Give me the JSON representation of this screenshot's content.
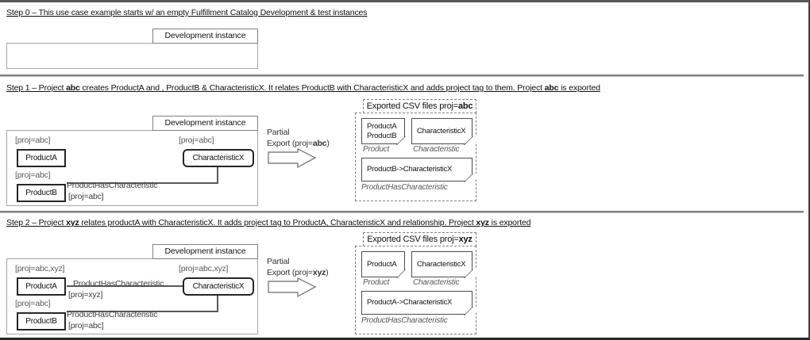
{
  "document": {
    "title": "Fulfillment Catalog partial export use case"
  },
  "steps": [
    {
      "id": "step-0",
      "title_parts": [
        "Step 0 – This use case example starts w/ an empty Fulfillment Catalog Development & test instances"
      ],
      "title": "Step 0 – This use case example starts w/ an empty Fulfillment Catalog Development & test instances",
      "instance_label": "Development instance",
      "entities": [],
      "tags": [],
      "relationships": []
    },
    {
      "id": "step-1",
      "title": "Step 1 – Project abc creates  ProductA  and , ProductB & CharacteristicX. It relates ProductB with CharacteristicX  and adds project tag to  them. Project abc is exported",
      "title_html_pre": "Step 1 – Project ",
      "title_bold_1": "abc",
      "title_html_mid": " creates  ProductA  and , ProductB & CharacteristicX. It relates ProductB with CharacteristicX  and adds project tag to  them. Project ",
      "title_bold_2": "abc",
      "title_html_post": " is exported",
      "instance_label": "Development instance",
      "entities": [
        {
          "name": "ProductA",
          "tag": "[proj=abc]"
        },
        {
          "name": "ProductB",
          "tag": "[proj=abc]"
        },
        {
          "name": "CharacteristicX",
          "tag": "[proj=abc]"
        }
      ],
      "relationships": [
        {
          "label": "ProductHasCharacteristic",
          "tag": "[proj=abc]",
          "from": "ProductB",
          "to": "CharacteristicX"
        }
      ],
      "export": {
        "line1": "Partial",
        "line2_pre": "Export (proj=",
        "line2_bold": "abc",
        "line2_post": ")"
      },
      "csv": {
        "tab_pre": "Exported CSV files proj=",
        "tab_bold": "abc",
        "files": [
          {
            "caption": "Product",
            "lines": [
              "ProductA",
              "ProductB"
            ]
          },
          {
            "caption": "Characteristic",
            "lines": [
              "CharacteristicX"
            ]
          },
          {
            "caption": "ProductHasCharacteristic",
            "lines": [
              "ProductB->CharacteristicX"
            ]
          }
        ]
      }
    },
    {
      "id": "step-2",
      "title": "Step 2 – Project xyz relates productA with CharacteristicX. It adds project tag to ProductA, CharacteristicX and relationship. Project xyz is exported",
      "title_html_pre": "Step 2 – Project ",
      "title_bold_1": "xyz",
      "title_html_mid": " relates productA with CharacteristicX. It adds project tag to ProductA, CharacteristicX and relationship. Project ",
      "title_bold_2": "xyz",
      "title_html_post": " is exported",
      "instance_label": "Development instance",
      "entities": [
        {
          "name": "ProductA",
          "tag": "[proj=abc,xyz]"
        },
        {
          "name": "ProductB",
          "tag": "[proj=abc]"
        },
        {
          "name": "CharacteristicX",
          "tag": "[proj=abc,xyz]"
        }
      ],
      "relationships": [
        {
          "label": "ProductHasCharacteristic",
          "tag": "[proj=xyz]",
          "from": "ProductA",
          "to": "CharacteristicX"
        },
        {
          "label": "ProductHasCharacteristic",
          "tag": "[proj=abc]",
          "from": "ProductB",
          "to": "CharacteristicX"
        }
      ],
      "export": {
        "line1": "Partial",
        "line2_pre": "Export (proj=",
        "line2_bold": "xyz",
        "line2_post": ")"
      },
      "csv": {
        "tab_pre": "Exported CSV files proj=",
        "tab_bold": "xyz",
        "files": [
          {
            "caption": "Product",
            "lines": [
              "ProductA"
            ]
          },
          {
            "caption": "Characteristic",
            "lines": [
              "CharacteristicX"
            ]
          },
          {
            "caption": "ProductHasCharacteristic",
            "lines": [
              "ProductA->CharacteristicX"
            ]
          }
        ]
      }
    }
  ],
  "colors": {
    "entity_border": "#262626",
    "connector": "#595959",
    "tag_text": "#5a5a5a",
    "frame": "#808080",
    "caption": "#595959"
  }
}
